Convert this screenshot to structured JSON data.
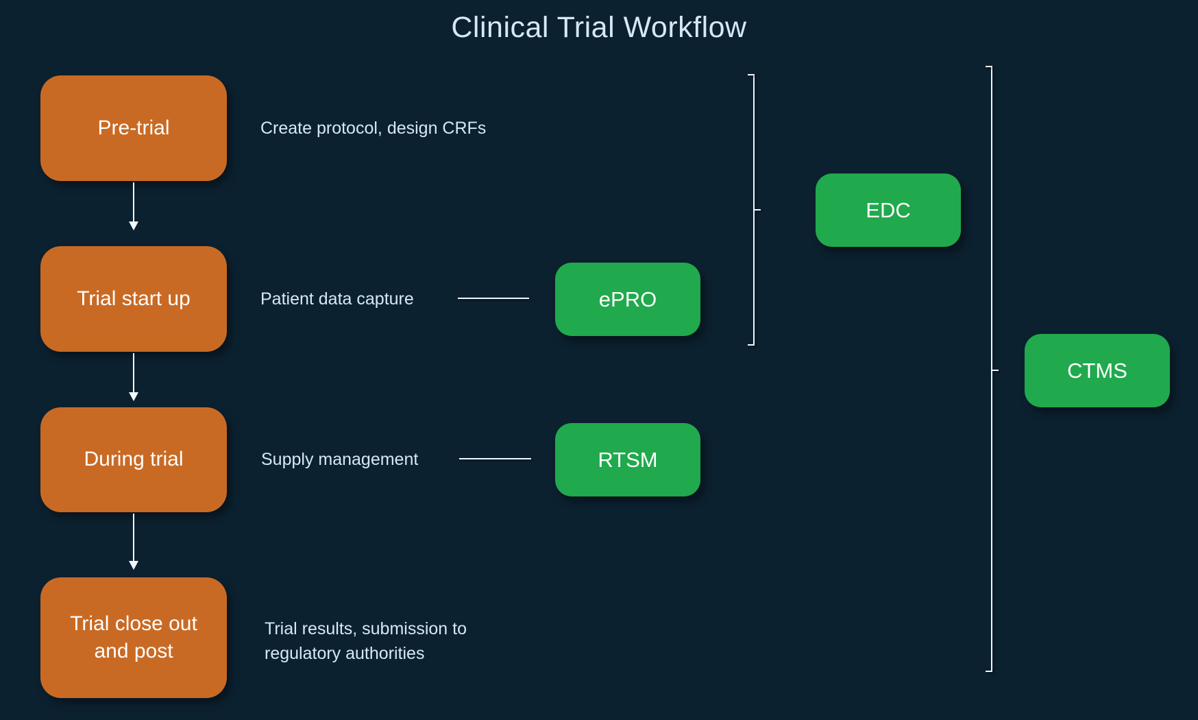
{
  "title": "Clinical Trial Workflow",
  "colors": {
    "background": "#0c2130",
    "stage_fill": "#c96a24",
    "system_fill": "#21a94d",
    "box_text": "#ffffff",
    "text_light": "#d5e8f5",
    "line": "#f2f8fc"
  },
  "stages": [
    {
      "label": "Pre-trial",
      "description": "Create protocol, design CRFs"
    },
    {
      "label": "Trial start up",
      "description": "Patient data capture"
    },
    {
      "label": "During trial",
      "description": "Supply management"
    },
    {
      "label": "Trial close out and post",
      "description": "Trial results, submission to regulatory authorities"
    }
  ],
  "systems": [
    {
      "label": "ePRO"
    },
    {
      "label": "RTSM"
    },
    {
      "label": "EDC"
    },
    {
      "label": "CTMS"
    }
  ]
}
